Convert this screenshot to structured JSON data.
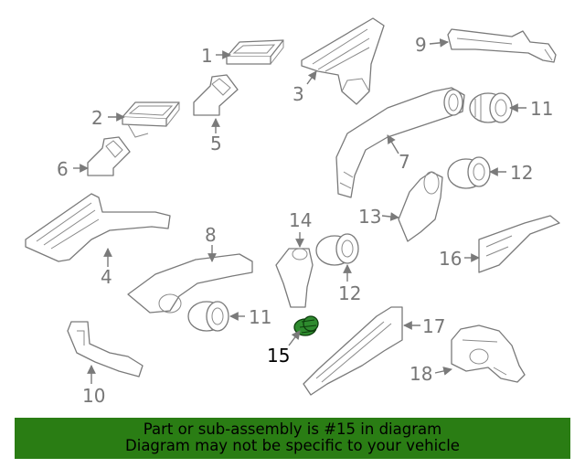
{
  "diagram": {
    "highlighted_part": "15",
    "callouts": [
      "1",
      "2",
      "3",
      "4",
      "5",
      "6",
      "7",
      "8",
      "9",
      "10",
      "11",
      "11",
      "12",
      "12",
      "13",
      "14",
      "15",
      "16",
      "17",
      "18"
    ]
  },
  "banner": {
    "line1": "Part or sub-assembly is #15 in diagram",
    "line2": "Diagram may not be specific to your vehicle",
    "background": "#2a7d14"
  },
  "colors": {
    "line": "#7a7a7a",
    "highlight": "#2e8b2e"
  }
}
